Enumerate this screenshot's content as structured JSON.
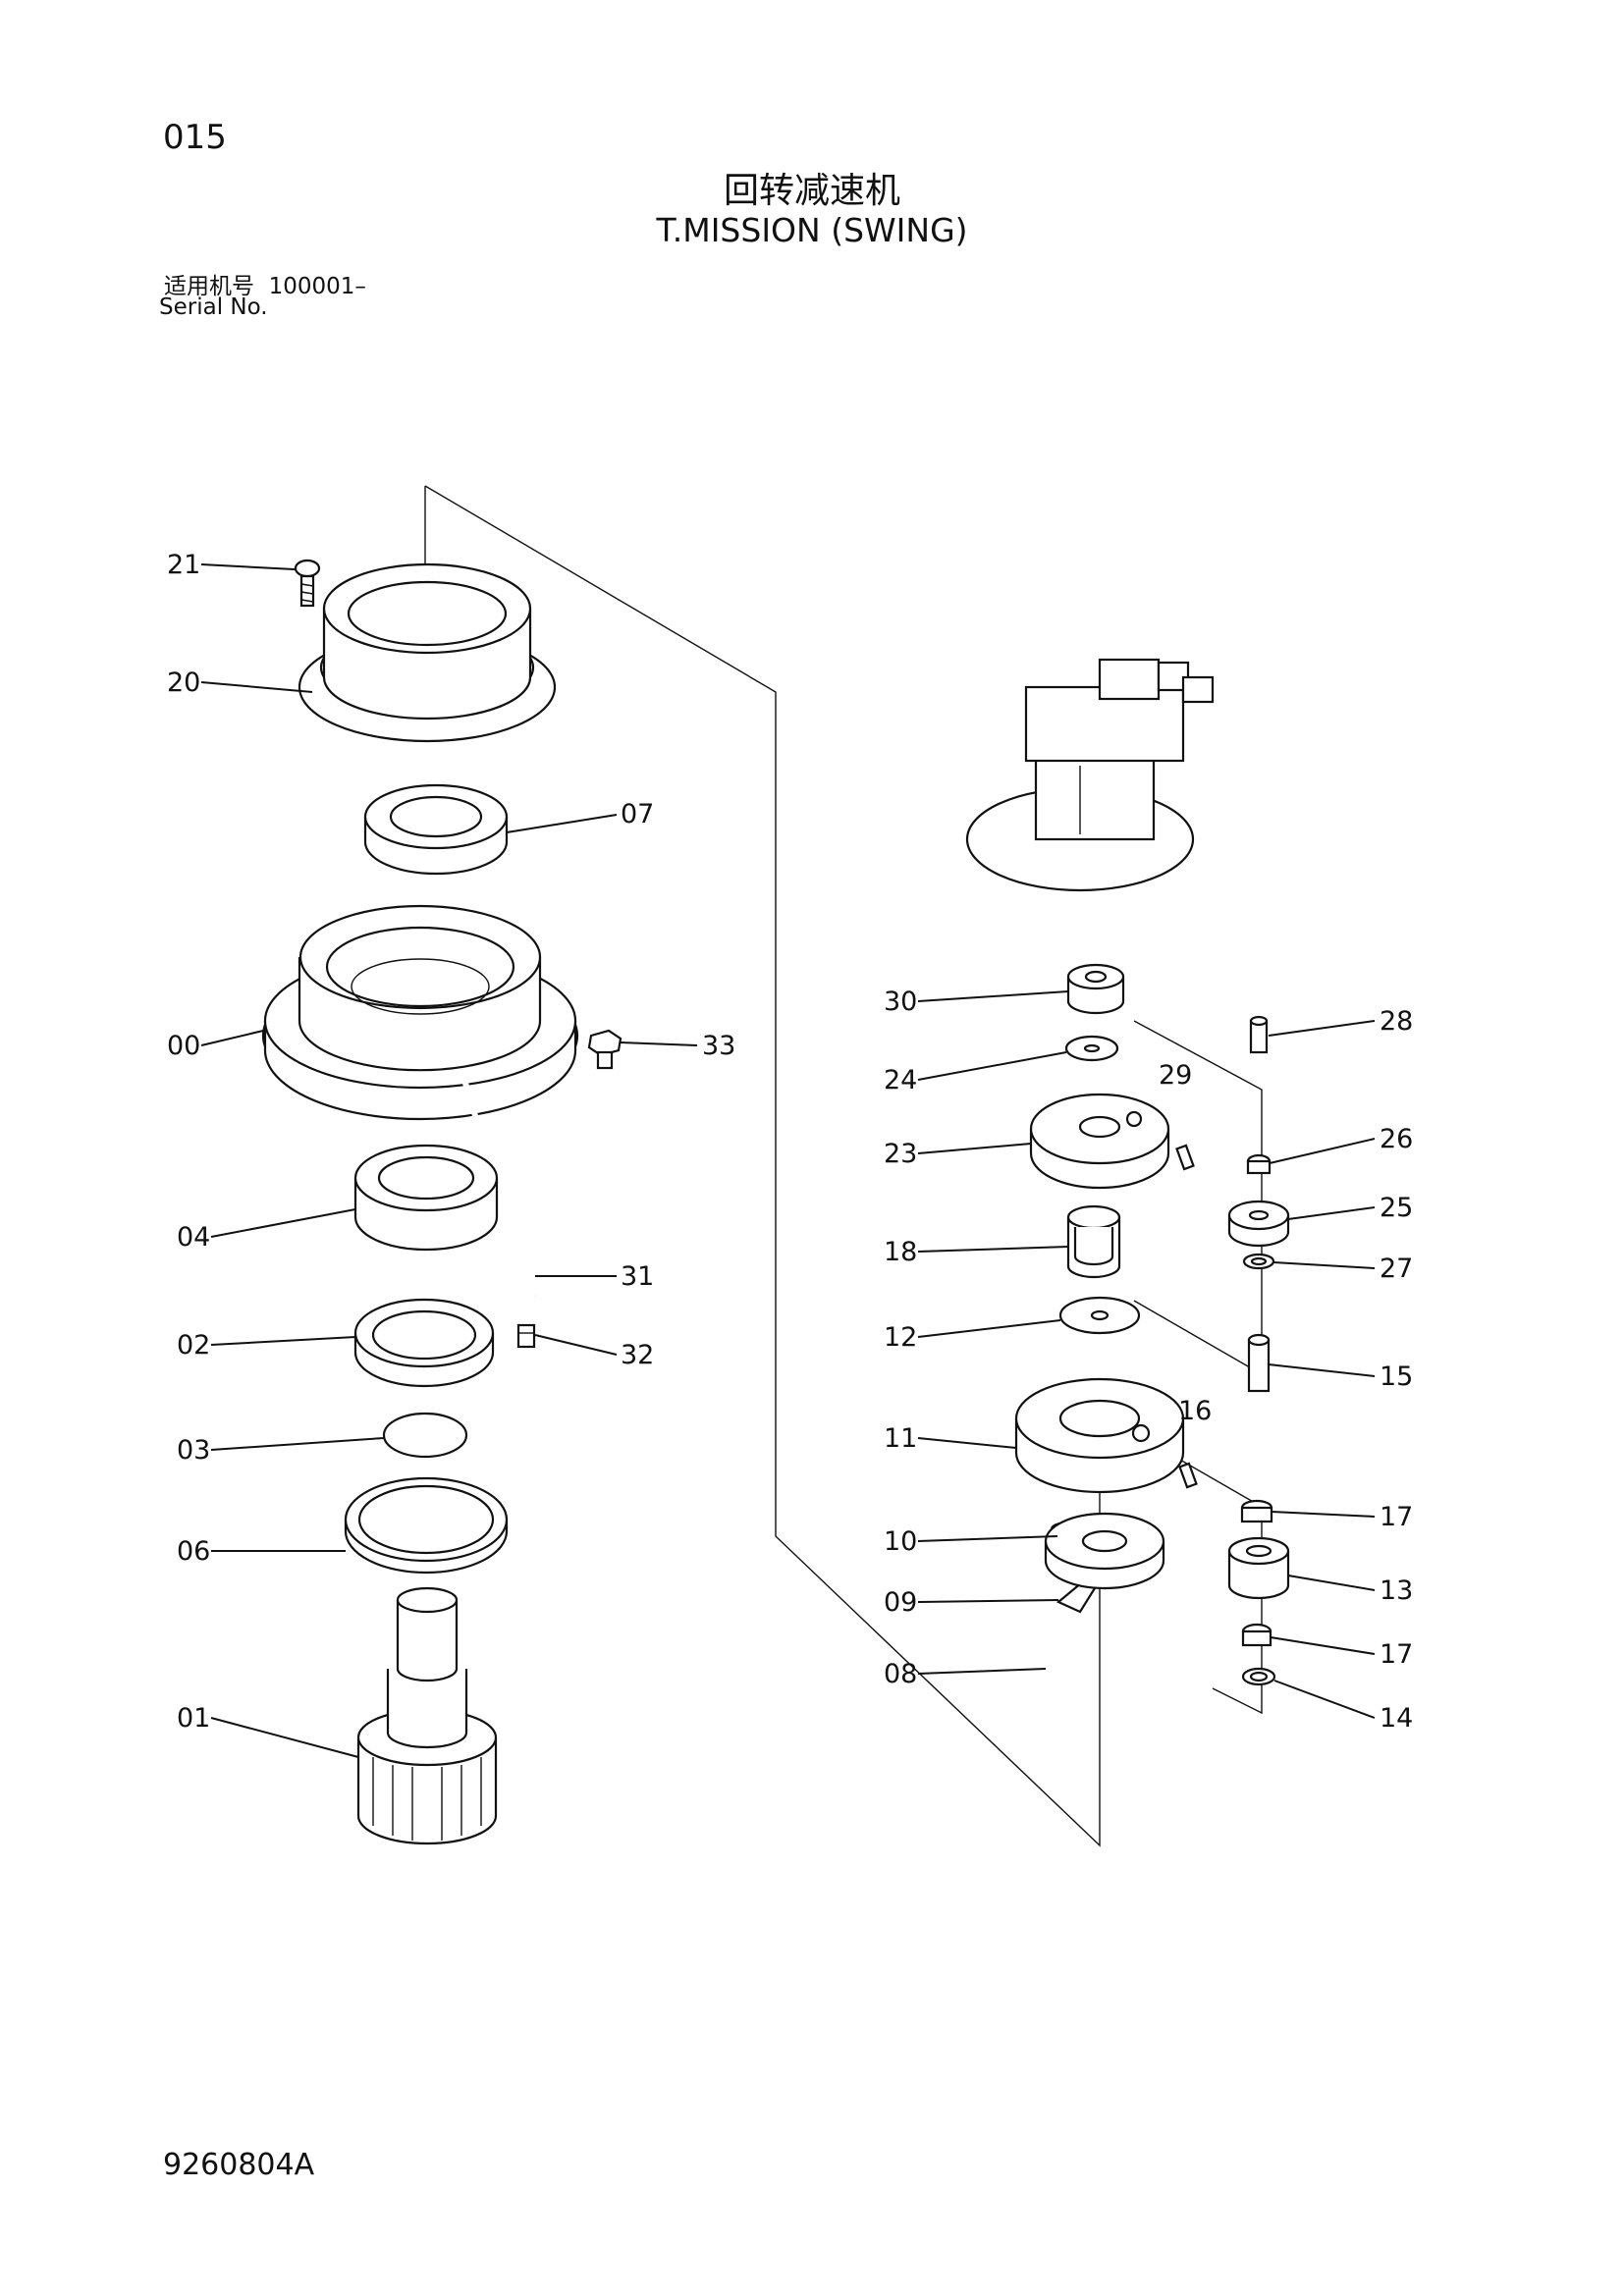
{
  "header": {
    "page_number": "015",
    "title_cn": "回转减速机",
    "title_en": "T.MISSION (SWING)",
    "serial_label_cn": "适用机号",
    "serial_value": "100001–",
    "serial_label_en": "Serial No."
  },
  "footer": {
    "document_number": "9260804A"
  },
  "callouts": {
    "c21": "21",
    "c20": "20",
    "c07": "07",
    "c00": "00",
    "c33": "33",
    "c04": "04",
    "c31": "31",
    "c02": "02",
    "c32": "32",
    "c03": "03",
    "c06": "06",
    "c01": "01",
    "c30": "30",
    "c28": "28",
    "c24": "24",
    "c29": "29",
    "c23": "23",
    "c26": "26",
    "c25": "25",
    "c18": "18",
    "c27": "27",
    "c12": "12",
    "c15": "15",
    "c11": "11",
    "c16": "16",
    "c17a": "17",
    "c10": "10",
    "c13": "13",
    "c09": "09",
    "c17b": "17",
    "c08": "08",
    "c14": "14"
  }
}
